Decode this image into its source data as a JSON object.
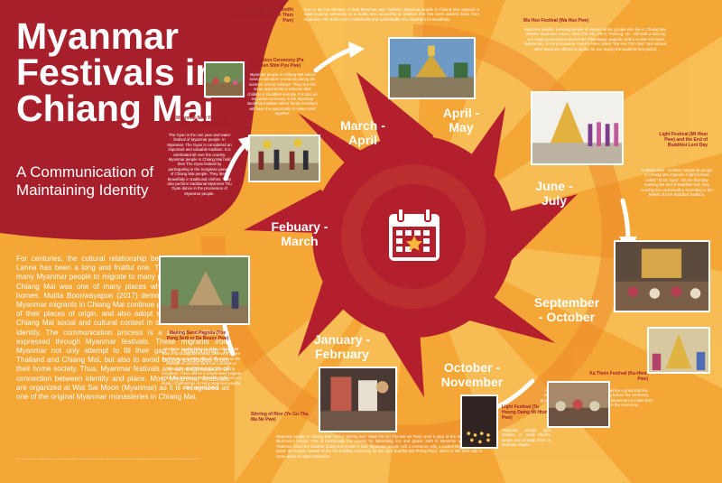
{
  "poster": {
    "title": "Myanmar Festivals in Chiang Mai",
    "subtitle": "A Communication of Maintaining Identity",
    "intro": "For centuries, the cultural relationship between Myanmar and Lanna has been a long and fruitful one. These cultural ties led many Myanmar people to migrate to many parts of Thailand, and Chiang Mai was one of many places where they made their homes. Mutita Boonwayapon (2017) demonstrates that modern Myanmar migrants in Chiang Mai continue practicing the festivals of their places of origin, and also adopt some activities to the Chiang Mai social and cultural context in order to maintain their identity. The communication process is a power relationship expressed through Myanmar festivals. These migrants from Myanmar not only attempt to fill their gap in relationship to Thailand and Chiang Mai, but also to avoid being excluded from their home society. Thus, Myanmar festivals are an expression of connection between identity and place. Most Myanmar festivals are organized at Wat Sai Moon (Myanmar) as it is recognized as one of the original Myanmar monasteries in Chiang Mai.",
    "fine_print": "This poster is based on research from the thesis Myanmar Festivals in Chiang Mai: A Communication of Maintaining Identity by Mutita Boonwayapon, Faculty of Mass Communication, Chiang Mai University, 2017."
  },
  "periods": {
    "feb_mar": "Febuary - March",
    "mar_apr": "March - April",
    "apr_may": "April - May",
    "jun_jul": "June - July",
    "sep_oct": "September - October",
    "oct_nov": "October - November",
    "jan_feb": "January - February"
  },
  "festivals": {
    "new_year": {
      "title": "Myanmar New Year and Water Festival (Thu Gyan)",
      "text": "The Gyan is the one year and water festival of Myanmar people. In Myanmar, The Gyan is considered an important and valuable tradition. It is celebrated all over the country. Myanmar people in Chiang Mai hold their Thu Gyan festival by participating in the Songkran parade of Chiang Mai people. They dress beautifully in traditional clothes. They also perform traditional Myanmar Thu Gyan dance in the procession of Myanmar people."
    },
    "ordination": {
      "title": "Ordination Ceremony (Pa Zin Khan Shin Pyu Pwe)",
      "text": "Myanmar people in Chiang Mai hold a novice ordination ceremony during the summer school holidays. They see this as an opportunity to educate their children in Buddhist morality. It is also an important ceremony in the Myanmar Buddhist tradition where family members will have the opportunity to make merit together."
    },
    "bodhi": {
      "title": "Pouring Water at the Bodhi Tree Festival (Nyaung Ye Thun Pwe)",
      "text": "Due to the hot climates of both Myanmar and Thailand, Myanmar people in Chiang Mai organize a water-pouring ceremony at a Bodhi tree, according to tradition that has been passed down from Myanmar. The Bodhi tree is historically and symbolically very important for Buddhists."
    },
    "wa_hso": {
      "title": "Wa Hso Festival (Wa Hso Pwe)",
      "text": "Myanmar people, including people of various ethnic groups who live in Chiang Mai, whether Myanmar, Karen, Shan (Tai Yai), Pa-O, Palaung, etc., will walk a dancing and singing procession around the Shwedagon pagoda replica at Wat Sai Moon (Myanmar). In the procession, monk's robes called \"Wa Hso Thin Gan\" and various other items are offered to monks for use during the Buddhist lent period."
    },
    "light": {
      "title": "Light Festival (Mi Htun Pwe) and the End of Buddhist Lent Day",
      "text": "In September - October, Myanmar people in Chiang Mai organize a light festival called \"Ta Do Gyut\". On the final day marking the end of Buddhist lent, they worship the Lord Buddha according to the beliefs of their Buddhist tradition."
    },
    "ka_thein": {
      "title": "Ka Thein Festival (Ka-Htein Pwe)",
      "text": "Many ethnic groups in Chiang Mai organize a great Kathina ceremony together every year. One day before the ceremony, groups of people come to Wat Sai Moon (Myanmar) to make their group Kathina tree to participate in the ceremony."
    },
    "light_candle": {
      "title": "Light Festival (Ta Houng Daing Mi Htun Pwe)",
      "text": "Myanmar people light candles or small electric lamps and arrange them in beautiful shapes."
    },
    "rice": {
      "title": "Stirring of Rice (Ye Gu Tha Ma Ne Pwe)",
      "text": "Myanmar people in Chiang Mai hold a \"stirring rice\" ritual (Ye Gu Tha Ma Ne Pwe) once a year at the Wat Sai Moon (Burmese) temple. This is traditionally the season for harvesting rice and grains, both in Myanmar and Northern Thailand. Since the weather during this month is cool, Myanmar people hold a ceremony with a cooked Buddhist image inside the temple instead of the fire-building ceremony for the Lord Buddha (Mi Phong Pwe), which is still held only in some areas of Upper Myanmar."
    },
    "sand": {
      "title": "Making Sand Pagoda (The Pong Sedi or Da Bouny Pwe)",
      "text": "Myanmar people living in urban Chiang Mai hold a sand pagoda-making ceremony before the Thu Gyan festival. This is the same as the tradition of carrying sand into a temple or monastery that Thai people hold during Songkran. There will be a simple sand pagoda in the Wat Sai Moon (Myanmar). There are no rituals or gatherings of many Myanmar people, unlike other traditions."
    }
  },
  "icons": {
    "center": "calendar-star-icon"
  },
  "colors": {
    "background": "#f6ae3a",
    "deep_red": "#a01f28",
    "petal_red": "#b41f2e",
    "yellow_star": "#f6b93b"
  }
}
